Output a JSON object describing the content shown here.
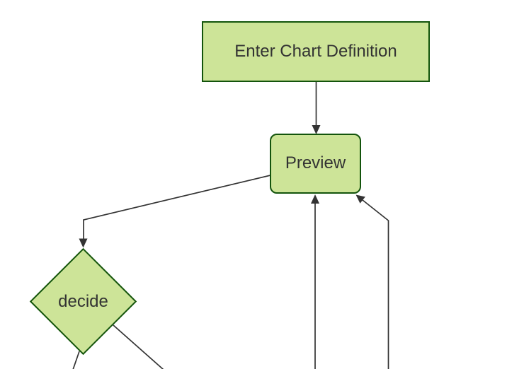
{
  "diagram": {
    "type": "flowchart",
    "direction": "top-down",
    "nodes": [
      {
        "id": "enter-chart-definition",
        "label": "Enter Chart Definition",
        "shape": "rectangle"
      },
      {
        "id": "preview",
        "label": "Preview",
        "shape": "rounded-rectangle"
      },
      {
        "id": "decide",
        "label": "decide",
        "shape": "diamond"
      }
    ],
    "edges": [
      {
        "from": "enter-chart-definition",
        "to": "preview",
        "arrowhead": true
      },
      {
        "from": "preview",
        "to": "decide",
        "arrowhead": true
      },
      {
        "from": "decide",
        "to": "offscreen-bottom-left",
        "arrowhead": false
      },
      {
        "from": "decide",
        "to": "offscreen-bottom-right",
        "arrowhead": false
      },
      {
        "from": "offscreen-bottom-center",
        "to": "preview",
        "arrowhead": true
      },
      {
        "from": "offscreen-bottom-right",
        "to": "preview",
        "arrowhead": true
      }
    ]
  },
  "colors": {
    "node_fill": "#cde498",
    "node_border": "#13540c",
    "edge_stroke": "#333333",
    "label_text": "#333333",
    "background": "#ffffff"
  }
}
